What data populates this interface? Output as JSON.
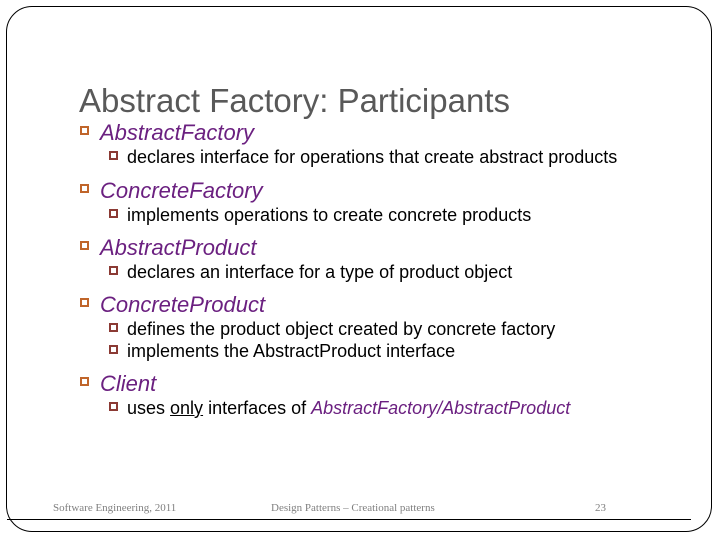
{
  "slide": {
    "title": "Abstract Factory: Participants",
    "title_color": "#595959",
    "heading_color": "#6B2080",
    "level1_bullet_color": "#C0652A",
    "level2_bullet_color": "#8B3A34",
    "bullet_glyph": "hollow-square",
    "groups": [
      {
        "heading": "AbstractFactory",
        "items": [
          {
            "text": "declares interface for operations that create abstract products"
          }
        ]
      },
      {
        "heading": "ConcreteFactory",
        "items": [
          {
            "text": "implements operations to create concrete products"
          }
        ]
      },
      {
        "heading": "AbstractProduct",
        "items": [
          {
            "text": "declares an interface for a type of product object"
          }
        ]
      },
      {
        "heading": "ConcreteProduct",
        "items": [
          {
            "text": "defines the product object created by concrete factory"
          },
          {
            "text": "implements the AbstractProduct interface"
          }
        ]
      },
      {
        "heading": "Client",
        "items": [
          {
            "text_before": "uses ",
            "text_underlined": "only",
            "text_after": " interfaces of ",
            "text_emphasis": "AbstractFactory/AbstractProduct"
          }
        ]
      }
    ]
  },
  "footer": {
    "left": "Software Engineering, 2011",
    "center": "Design Patterns – Creational patterns",
    "page_number": "23"
  }
}
